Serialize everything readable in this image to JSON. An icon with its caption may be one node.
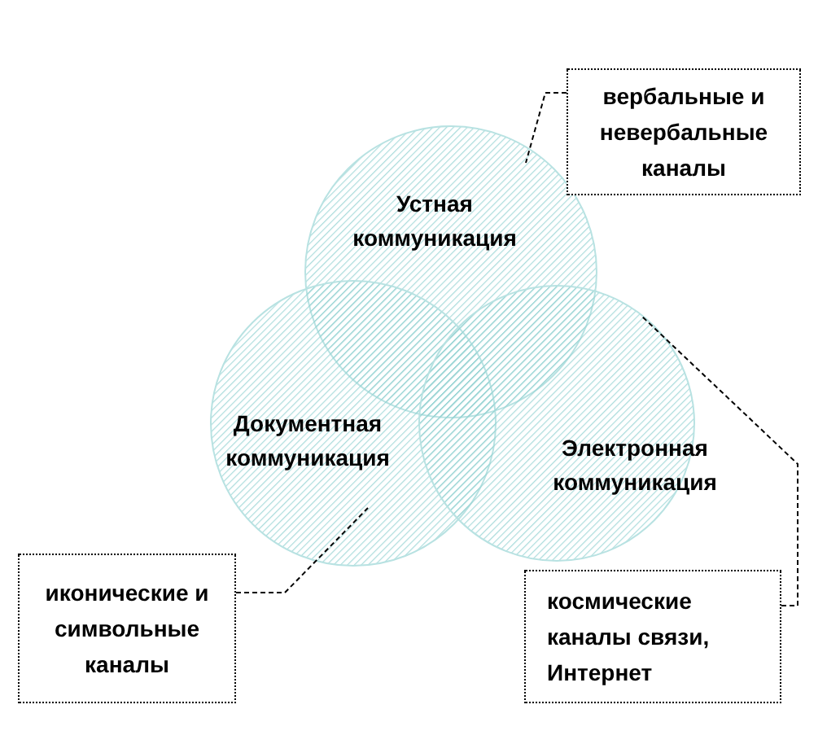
{
  "diagram": {
    "nodes": [
      {
        "text": [
          "вербальные и невербальные каналы"
        ]
      },
      {
        "text": [
          "Устная коммуникация"
        ]
      },
      {
        "text": [
          "Документная коммуникация"
        ]
      },
      {
        "text": [
          "Электронная коммуникация"
        ]
      },
      {
        "text": [
          "иконические и символьные каналы"
        ]
      },
      {
        "text": [
          "космические каналы связи, Интернет"
        ]
      }
    ],
    "edges": [
      {
        "from": 0,
        "to": 1,
        "arrow": "none",
        "style": "dashed"
      },
      {
        "from": 4,
        "to": 2,
        "arrow": "none",
        "style": "dashed"
      },
      {
        "from": 5,
        "to": 3,
        "arrow": "none",
        "style": "dashed"
      }
    ]
  }
}
